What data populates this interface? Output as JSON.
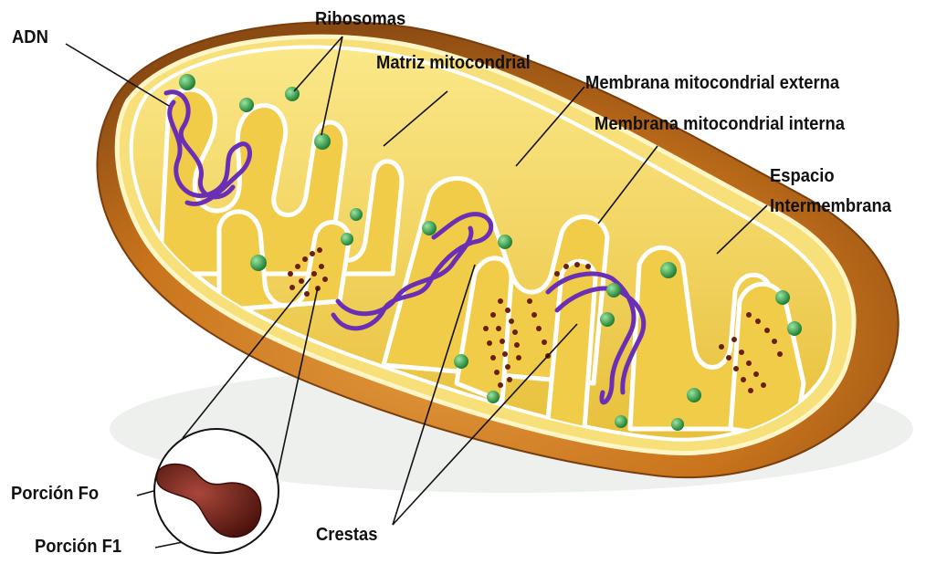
{
  "labels": {
    "adn": "ADN",
    "ribosomas": "Ribosomas",
    "matriz": "Matriz mitocondrial",
    "membrana_externa": "Membrana mitocondrial externa",
    "membrana_interna": "Membrana mitocondrial interna",
    "espacio_line1": "Espacio",
    "espacio_line2": "Intermembrana",
    "porcion_fo": "Porción Fo",
    "porcion_f1": "Porción F1",
    "crestas": "Crestas"
  },
  "colors": {
    "outer_membrane": "#c9741c",
    "outer_membrane_dark": "#8a4a12",
    "inner_membrane": "#f2cf4a",
    "matrix": "#f6df72",
    "dna": "#6a2fb5",
    "ribosome": "#2fa84a",
    "atp_synthase": "#6a1e14"
  }
}
